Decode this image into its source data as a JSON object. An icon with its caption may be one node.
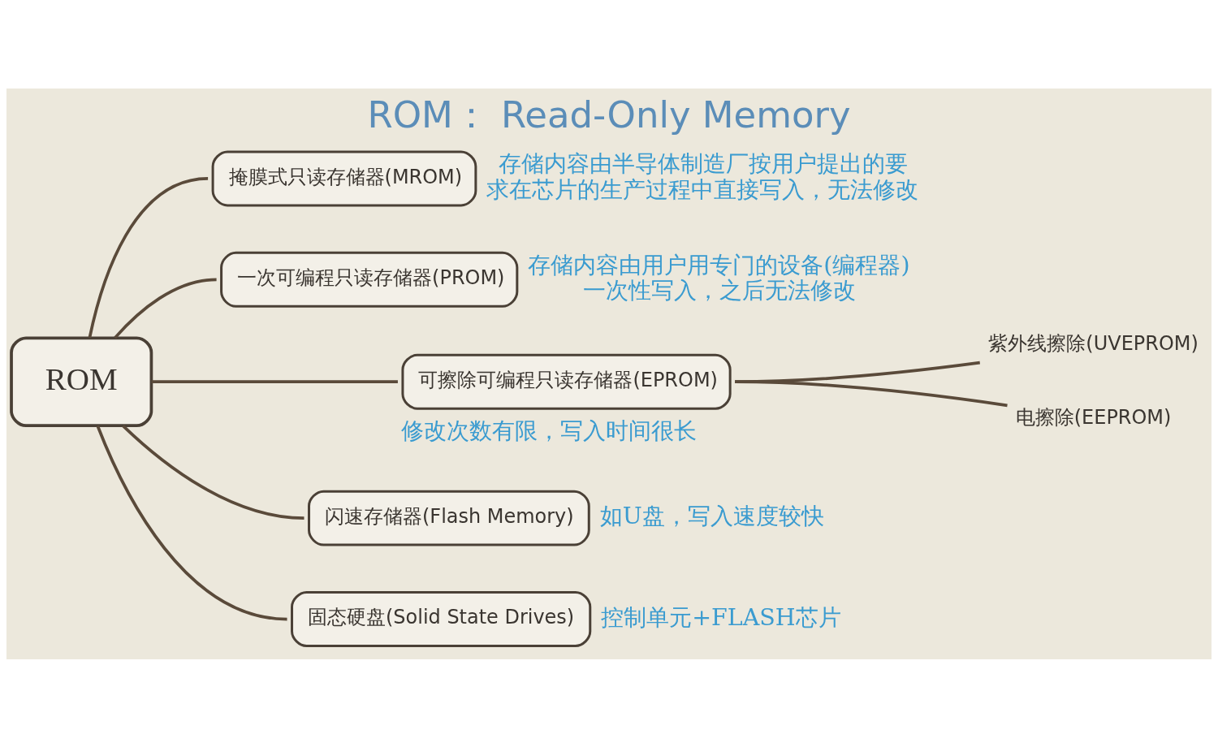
{
  "diagram": {
    "title": "ROM： Read-Only Memory",
    "nodes": [
      {
        "text": [
          "ROM"
        ]
      },
      {
        "text": [
          "掩膜式只读存储器(MROM)"
        ],
        "beside": [
          "存储内容由半导体制造厂按用户提出的要求在芯片的生产过程中直接写入，无法修改"
        ]
      },
      {
        "text": [
          "一次可编程只读存储器(PROM)"
        ],
        "beside": [
          "存储内容由用户用专门的设备(编程器)一次性写入，之后无法修改"
        ]
      },
      {
        "text": [
          "可擦除可编程只读存储器(EPROM)"
        ],
        "beside": [
          "修改次数有限，写入时间很长"
        ]
      },
      {
        "text": [
          "闪速存储器(Flash Memory)"
        ],
        "beside": [
          "如U盘，写入速度较快"
        ]
      },
      {
        "text": [
          "固态硬盘(Solid State Drives)"
        ],
        "beside": [
          "控制单元+FLASH芯片"
        ]
      },
      {
        "text": [
          "紫外线擦除(UVEPROM)"
        ]
      },
      {
        "text": [
          "电擦除(EEPROM)"
        ]
      }
    ],
    "edges": [
      {
        "from": 0,
        "to": 1,
        "arrow": "none"
      },
      {
        "from": 0,
        "to": 2,
        "arrow": "none"
      },
      {
        "from": 0,
        "to": 3,
        "arrow": "none"
      },
      {
        "from": 0,
        "to": 4,
        "arrow": "none"
      },
      {
        "from": 0,
        "to": 5,
        "arrow": "none"
      },
      {
        "from": 3,
        "to": 6,
        "arrow": "none"
      },
      {
        "from": 3,
        "to": 7,
        "arrow": "none"
      }
    ]
  }
}
